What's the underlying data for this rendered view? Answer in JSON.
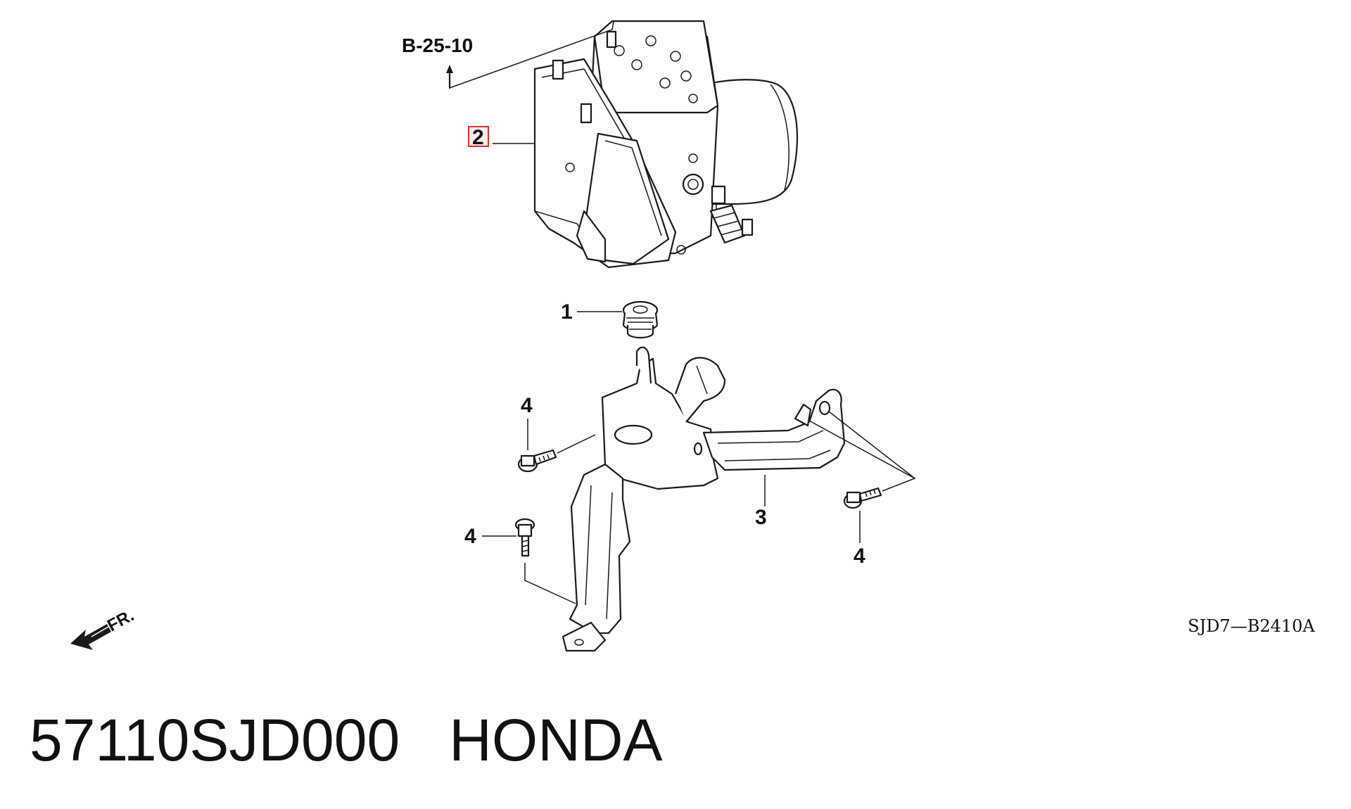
{
  "diagram": {
    "reference_label": "B-25-10",
    "diagram_code": "SJD7—B2410A",
    "front_indicator": "FR.",
    "callouts": {
      "grommet": "1",
      "modulator": "2",
      "bracket": "3",
      "bolt_left_upper": "4",
      "bolt_left_lower": "4",
      "bolt_right": "4"
    },
    "highlight_color": "#e03030"
  },
  "caption": {
    "part_number": "57110SJD000",
    "brand": "HONDA"
  }
}
